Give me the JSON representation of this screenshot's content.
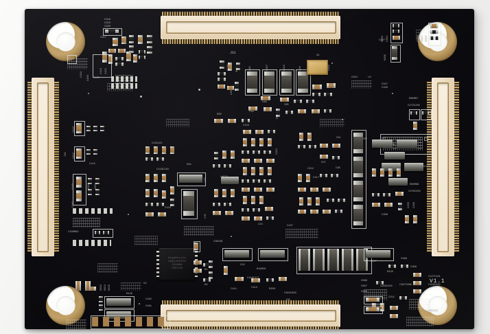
{
  "scene": {
    "subject": "printed-circuit-board",
    "description": "Black solder-mask PCB photographed flat on a light background",
    "background_color": "#f1f1ef",
    "board_color": "#0d0c10",
    "silkscreen_color": "#e9e9e5",
    "gold_color": "#c2a168"
  },
  "board": {
    "version_marking": "V1.1",
    "mounting_holes": 4,
    "connectors": [
      {
        "ref": "J31",
        "position": "top",
        "type": "board-to-board-socket"
      },
      {
        "ref": "J32",
        "position": "left",
        "type": "board-to-board-socket"
      },
      {
        "ref": "J33",
        "position": "right",
        "type": "board-to-board-socket"
      },
      {
        "ref": "J34",
        "position": "bottom",
        "type": "board-to-board-socket"
      }
    ],
    "main_ic": {
      "ref": "U2",
      "line1": "GigaDevice",
      "line2": "25Q128ESIG",
      "line3": "CG98MH",
      "line4": "PKE1TB"
    },
    "oscillator": {
      "ref": "G1",
      "type": "gold-lid-crystal-oscillator"
    }
  },
  "silkscreen": {
    "top_left": [
      "C318",
      "C319",
      "C320",
      "C317",
      "R12",
      "R13",
      "C314",
      "C137",
      "C213",
      "C102",
      "C103",
      "C185",
      "C122",
      "C123",
      "R128",
      "R129",
      "C212",
      "C210"
    ],
    "top_center": [
      "J31",
      "C15",
      "C207",
      "C215",
      "C44",
      "G1",
      "C142",
      "C130",
      "R132",
      "C201",
      "C68",
      "C65",
      "C16",
      "R207",
      "C46",
      "C5",
      "R30",
      "C8",
      "C11",
      "C218",
      "C216",
      "C21",
      "C50",
      "R34",
      "C47",
      "C48"
    ],
    "top_right": [
      "R203",
      "C204",
      "C427",
      "R205",
      "R166",
      "R167",
      "R168",
      "C327",
      "C328",
      "R161",
      "C024",
      "C027",
      "C028",
      "C321",
      "C322"
    ],
    "left": [
      "J32",
      "C113",
      "C112",
      "C142",
      "C143",
      "C115",
      "R203",
      "R204",
      "R213",
      "C108",
      "R62",
      "C13",
      "C121",
      "C119",
      "C118",
      "R44",
      "C23",
      "C123",
      "C104",
      "C77",
      "C78"
    ],
    "center": [
      "L4",
      "C21",
      "C212",
      "C217",
      "C214",
      "C51",
      "C57",
      "C46",
      "C50",
      "R10",
      "R18",
      "C44",
      "C116",
      "C117",
      "C209",
      "C203",
      "C207",
      "C205",
      "C247"
    ],
    "right": [
      "R89",
      "R87",
      "C272",
      "C248",
      "C160",
      "C172",
      "R90",
      "R88",
      "C270",
      "C250",
      "C207",
      "C285",
      "C288",
      "C235",
      "C236"
    ],
    "bottom_left": [
      "U2",
      "R1",
      "R2",
      "C182",
      "C181",
      "R153",
      "R154",
      "R155",
      "R149",
      "C380",
      "C381"
    ],
    "bottom_center": [
      "C38",
      "C36",
      "C22",
      "C410",
      "C417",
      "R19",
      "R20",
      "R209",
      "R221",
      "C411",
      "C413",
      "C302",
      "C303",
      "J29"
    ],
    "bottom_right": [
      "C177",
      "R125",
      "C309",
      "C307",
      "C308",
      "C205",
      "C204",
      "C211",
      "C127",
      "C101",
      "C223",
      "C222",
      "C221",
      "C226",
      "C242",
      "C240",
      "C098",
      "C097",
      "C096",
      "C399"
    ]
  },
  "labels": {
    "version": "V1.1",
    "connector_top": "J31",
    "connector_left": "J32",
    "ic_brand": "GigaDevice",
    "ic_part": "25Q128ESIG",
    "ic_lot1": "CG98MH",
    "ic_lot2": "PKE1TB",
    "osc": "G1",
    "c318": "C318",
    "c319": "C319",
    "c320": "C320",
    "c317": "C317",
    "r12": "R12",
    "r13": "R13",
    "c314": "C314",
    "c213": "C213",
    "c103": "C103",
    "c185": "C185",
    "c15": "C15",
    "c207": "C207",
    "c215": "C215",
    "c44": "C44",
    "c113": "C113",
    "c112": "C112",
    "c115": "C115",
    "c108r62": "C108R62",
    "c13c121": "C13C121",
    "c119c118": "C119C118",
    "r44": "R44",
    "c77": "C77",
    "c78": "C78",
    "c104": "C104",
    "c123": "C123",
    "l4c21": "L4C21",
    "c212": "C212",
    "c217": "C217",
    "c51": "C51",
    "c57": "C57",
    "c46": "C46",
    "r89r87": "R89R87",
    "c272c248": "C272C248",
    "c160c172": "C160C172",
    "r90r88": "R90R88",
    "c270c250": "C270C250",
    "c285": "C285",
    "c207r": "C207",
    "u2": "U2",
    "r1": "R1",
    "r2": "R2",
    "c182": "C182",
    "c181": "C181",
    "c38c36": "C38C36",
    "c22": "C22",
    "c410c417": "C410C417",
    "c411": "C411",
    "c413": "C413",
    "c177": "C177",
    "r125": "R125",
    "c309": "C309",
    "c307c308": "C307C308",
    "c205c204": "C205C204",
    "c211": "C211",
    "c223c222": "C223C222",
    "c127c101": "C127C101",
    "c327c328": "C327C328",
    "c427": "C427",
    "r203": "R203",
    "r205": "R205",
    "j29": "J29",
    "c302c303": "C302C303",
    "c247": "C247",
    "c289": "C289",
    "r19r20": "R19R20",
    "r209": "R209",
    "c399": "C399",
    "c226c242": "C226C242"
  }
}
